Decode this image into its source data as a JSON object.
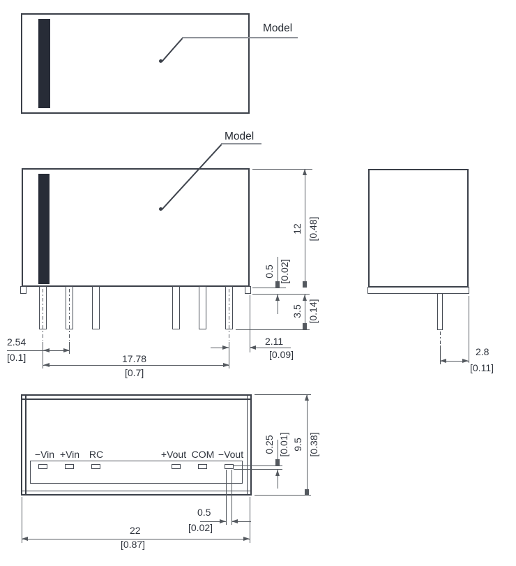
{
  "labels": {
    "top_model": "Model",
    "front_model": "Model"
  },
  "pins": [
    "−Vin",
    "+Vin",
    "RC",
    "+Vout",
    "COM",
    "−Vout"
  ],
  "dims": {
    "height": {
      "mm": "12",
      "in": "[0.48]"
    },
    "standoff": {
      "mm": "0.5",
      "in": "[0.02]"
    },
    "pin_len": {
      "mm": "3.5",
      "in": "[0.14]"
    },
    "pitch": {
      "mm": "2.54",
      "in": "[0.1]"
    },
    "span": {
      "mm": "17.78",
      "in": "[0.7]"
    },
    "edge": {
      "mm": "2.11",
      "in": "[0.09]"
    },
    "side_off": {
      "mm": "2.8",
      "in": "[0.11]"
    },
    "pad_t": {
      "mm": "0.25",
      "in": "[0.01]"
    },
    "depth": {
      "mm": "9.5",
      "in": "[0.38]"
    },
    "pad_w": {
      "mm": "0.5",
      "in": "[0.02]"
    },
    "length": {
      "mm": "22",
      "in": "[0.87]"
    }
  },
  "colors": {
    "body_line": "#3b4049",
    "dim_line": "#54595f",
    "leader_gray": "#8f9399",
    "stripe": "#272c37",
    "text": "#2e333c",
    "background": "#ffffff"
  }
}
